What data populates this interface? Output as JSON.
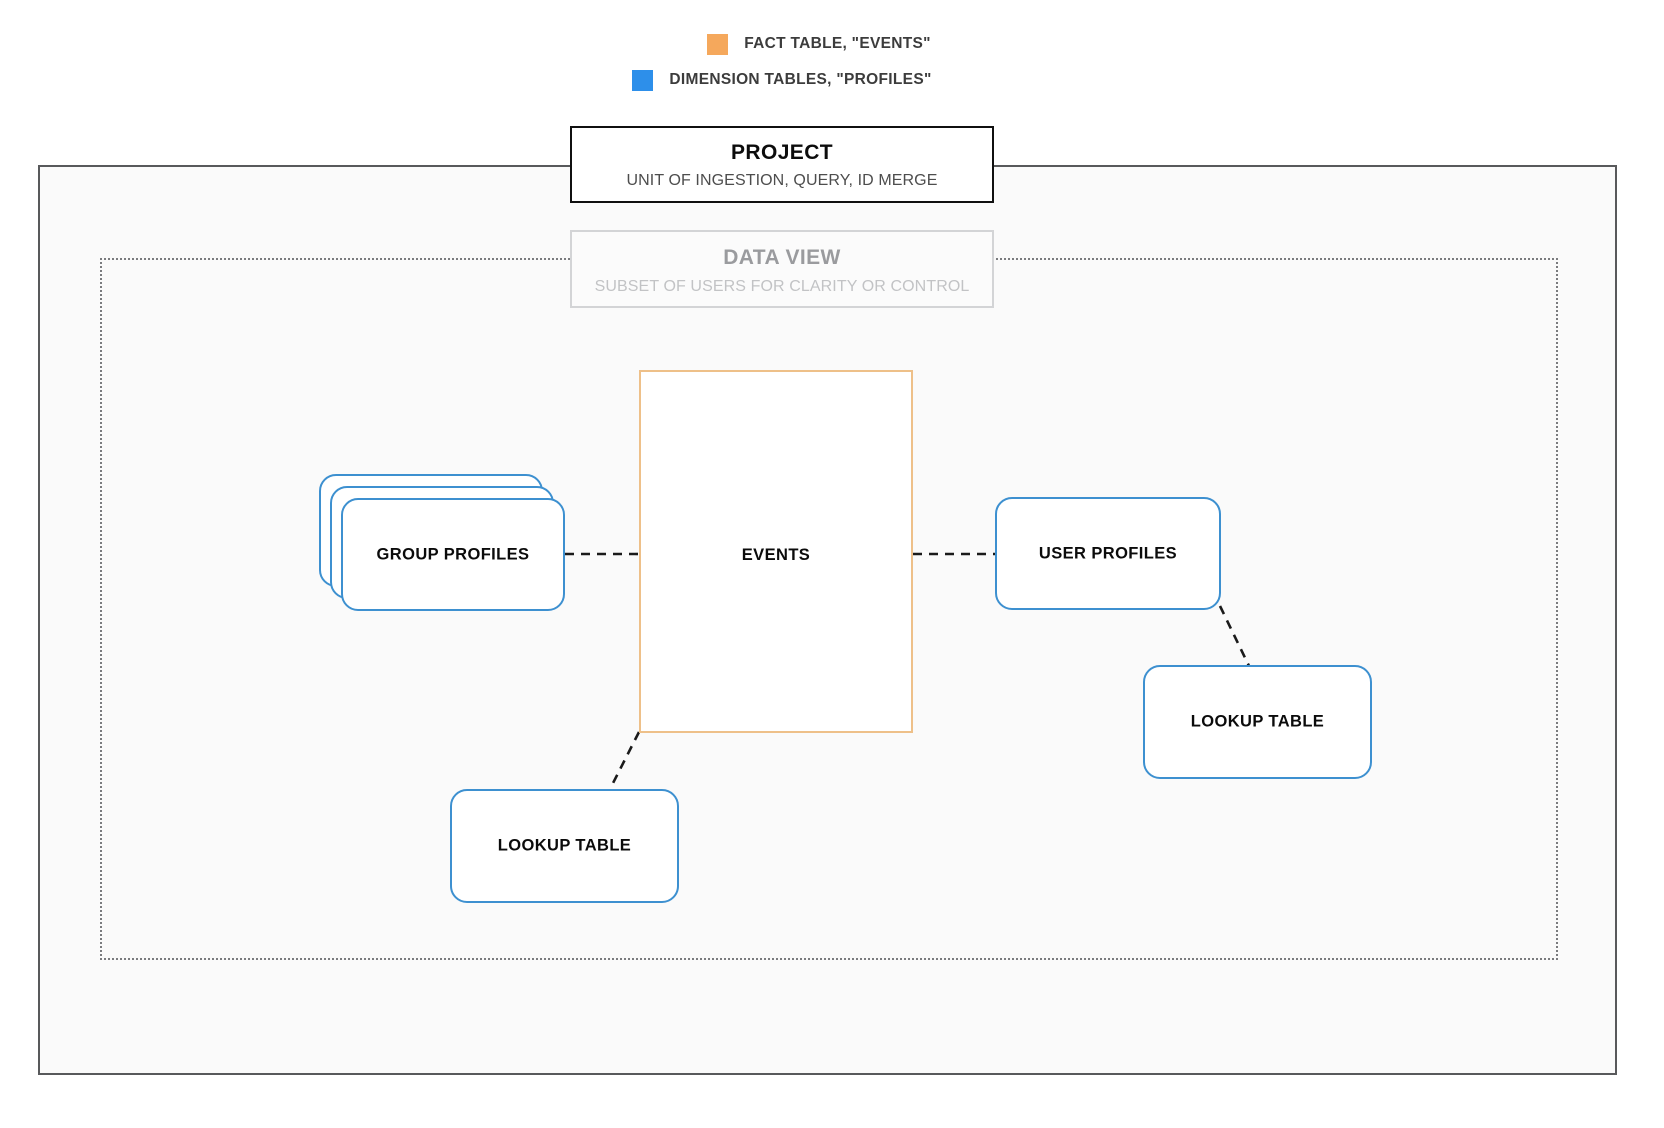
{
  "legend": {
    "items": [
      {
        "label": "FACT TABLE, \"EVENTS\"",
        "color": "#f5a85c",
        "icon": "square-swatch-icon"
      },
      {
        "label": "DIMENSION TABLES, \"PROFILES\"",
        "color": "#2d8fea",
        "icon": "square-swatch-icon"
      }
    ]
  },
  "project": {
    "title": "PROJECT",
    "subtitle": "UNIT OF INGESTION, QUERY, ID MERGE",
    "border_color": "#101010"
  },
  "data_view": {
    "title": "DATA VIEW",
    "subtitle": "SUBSET OF USERS FOR CLARITY OR CONTROL",
    "border_color": "#d3d4d6"
  },
  "nodes": {
    "events": {
      "label": "EVENTS",
      "kind": "fact-table",
      "border_color": "#eec089"
    },
    "group_profiles": {
      "label": "GROUP PROFILES",
      "kind": "dimension-table-stack",
      "border_color": "#3d90d0",
      "stack_count": 3
    },
    "user_profiles": {
      "label": "USER PROFILES",
      "kind": "dimension-table",
      "border_color": "#3d90d0"
    },
    "lookup_table_left": {
      "label": "LOOKUP TABLE",
      "kind": "dimension-table",
      "border_color": "#3d90d0"
    },
    "lookup_table_right": {
      "label": "LOOKUP TABLE",
      "kind": "dimension-table",
      "border_color": "#3d90d0"
    }
  },
  "connectors": [
    {
      "from": "group_profiles",
      "to": "events",
      "style": "dashed"
    },
    {
      "from": "events",
      "to": "user_profiles",
      "style": "dashed"
    },
    {
      "from": "events",
      "to": "lookup_table_left",
      "style": "dashed"
    },
    {
      "from": "user_profiles",
      "to": "lookup_table_right",
      "style": "dashed"
    }
  ],
  "colors": {
    "fact": "#f5a85c",
    "dimension": "#2d8fea",
    "canvas": "#fafafa",
    "outer_border": "#58595b",
    "dotted_border": "#7a7b7e",
    "connector": "#1a1a1a"
  }
}
